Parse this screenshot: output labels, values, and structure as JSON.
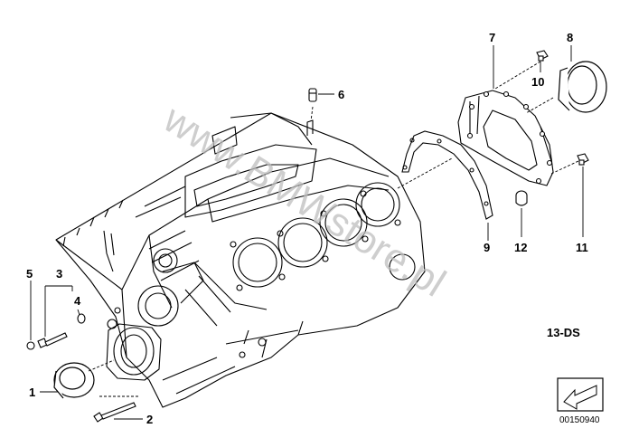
{
  "diagram": {
    "callouts": {
      "c1": "1",
      "c2": "2",
      "c3": "3",
      "c4": "4",
      "c5": "5",
      "c6": "6",
      "c7": "7",
      "c8": "8",
      "c9": "9",
      "c10": "10",
      "c11": "11",
      "c12": "12"
    },
    "group_code": "13-DS",
    "reference_number": "00150940",
    "watermark": "www.BMWstore.pl",
    "colors": {
      "line": "#000000",
      "watermark": "#bdbdbd",
      "background": "#ffffff"
    },
    "icons": {
      "corner_badge": "arrow-icon"
    }
  }
}
